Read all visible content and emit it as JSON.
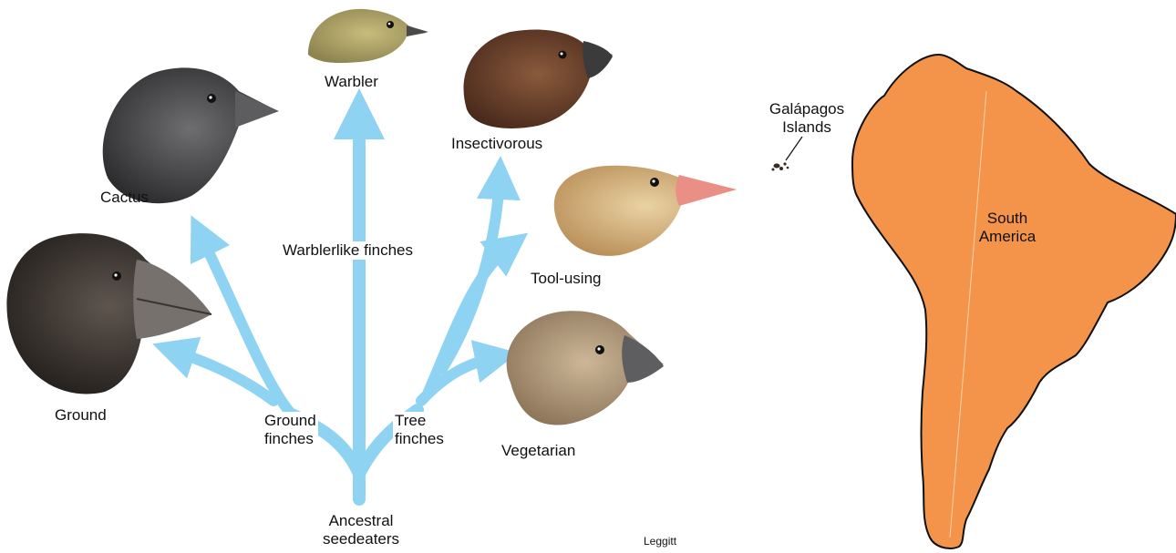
{
  "tree": {
    "root_label": "Ancestral\nseedeaters",
    "branches": [
      {
        "label": "Ground\nfinches",
        "leaves": [
          "Cactus",
          "Ground"
        ]
      },
      {
        "label": "Warblerlike finches",
        "leaves": [
          "Warbler"
        ]
      },
      {
        "label": "Tree\nfinches",
        "leaves": [
          "Insectivorous",
          "Tool-using",
          "Vegetarian"
        ]
      }
    ]
  },
  "credit": "Leggitt",
  "map": {
    "continent_label": "South\nAmerica",
    "islands_label": "Galápagos\nIslands"
  },
  "colors": {
    "arrow": "#8fd3f2",
    "continent": "#f4944a",
    "outline": "#111111"
  }
}
